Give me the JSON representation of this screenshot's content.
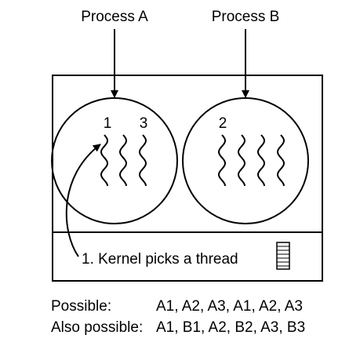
{
  "processes": [
    {
      "label": "Process A",
      "thread_numbers": [
        "1",
        "3"
      ]
    },
    {
      "label": "Process B",
      "thread_numbers": [
        "2"
      ]
    }
  ],
  "kernel": {
    "label": "1. Kernel picks a thread"
  },
  "sequences": [
    {
      "label": "Possible:",
      "value": "A1, A2, A3, A1, A2, A3"
    },
    {
      "label": "Also possible:",
      "value": "A1, B1, A2, B2, A3, B3"
    }
  ]
}
